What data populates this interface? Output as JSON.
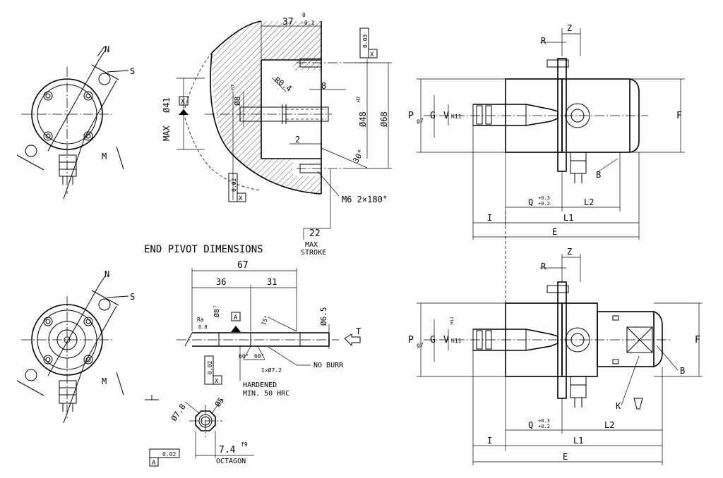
{
  "labels": {
    "N": "N",
    "S": "S",
    "M": "M",
    "X": "X",
    "A": "A",
    "T": "T",
    "R": "R",
    "Z": "Z",
    "I": "I",
    "E": "E",
    "F": "F",
    "B": "B",
    "K": "K",
    "G": "G",
    "L1": "L1",
    "L2": "L2",
    "Q": "Q",
    "P": "P",
    "V": "V"
  },
  "dims": {
    "d37": "37",
    "d37_tol_upper": "0",
    "d37_tol_lower": "-0.1",
    "max": "MAX",
    "d41": "Ø41",
    "d8h7": "Ø8",
    "h7": "h7",
    "r04": "R0.4",
    "d8": "8",
    "d48": "Ø48",
    "H7": "H7",
    "d68": "Ø68",
    "d2": "2",
    "d30": "30°",
    "m6": "M6 2×180°",
    "d22": "22",
    "max_stroke_1": "MAX",
    "max_stroke_2": "STROKE",
    "title": "END PIVOT DIMENSIONS",
    "d67": "67",
    "d36": "36",
    "d31": "31",
    "ra": "Ra",
    "ra_val": "0.8",
    "d87": "Ø8⁷",
    "d65": "Ø6.5",
    "a15": "15°",
    "a60a": "60°",
    "a60b": "60°",
    "chamfer": "1×Ø7.2",
    "no_burr": "NO BURR",
    "hardened_1": "HARDENED",
    "hardened_2": "MIN. 50 HRC",
    "d78": "Ø7.8",
    "d5": "Ø5",
    "d74": "7.4",
    "f9": "f9",
    "octagon": "OCTAGON",
    "tol003": "0.03",
    "tol002": "0.02",
    "g7": "g7",
    "H11": "H11",
    "q_upper": "+0.3",
    "q_lower": "+0.2"
  }
}
